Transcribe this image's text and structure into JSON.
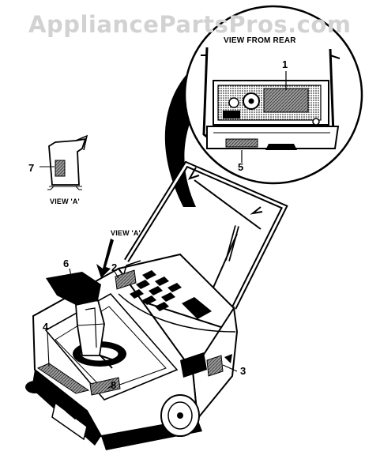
{
  "watermark": "AppliancePartsPros.com",
  "captions": {
    "view_from_rear": "VIEW FROM REAR",
    "view_a_detail": "VIEW 'A'",
    "view_a_pointer": "VIEW 'A'"
  },
  "callouts": [
    "1",
    "2",
    "3",
    "4",
    "5",
    "6",
    "7",
    "8"
  ],
  "colors": {
    "ink": "#000000",
    "watermark": "#d2d2d2",
    "decal_fill": "#8a8a8a"
  }
}
